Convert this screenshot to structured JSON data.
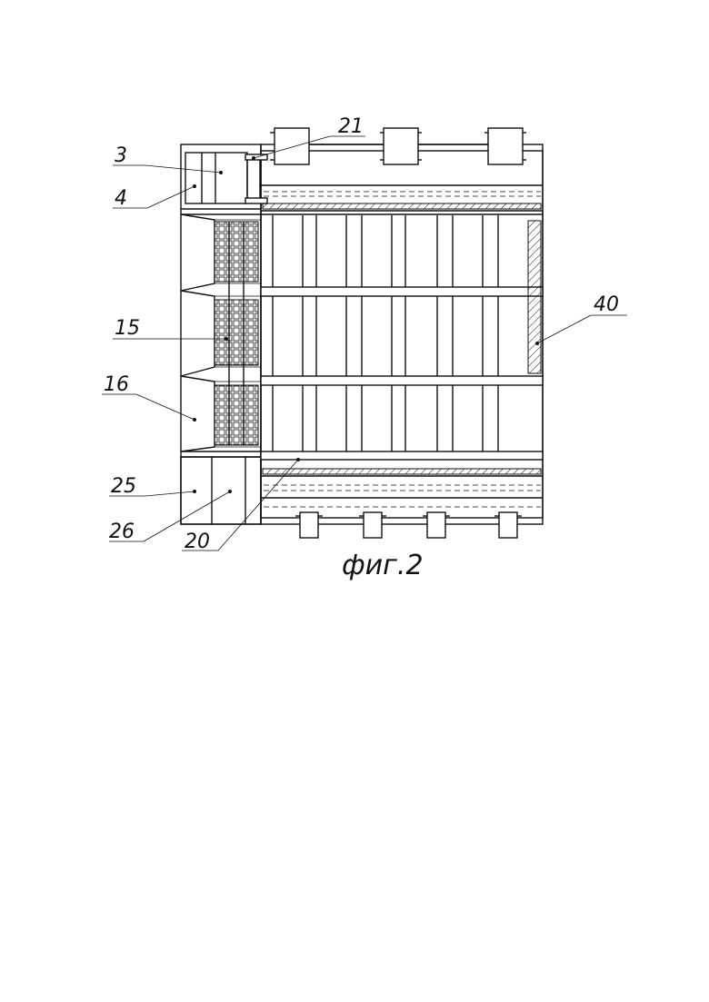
{
  "figure": {
    "caption": "фиг.2",
    "callouts": [
      {
        "id": "c3",
        "text": "3"
      },
      {
        "id": "c4",
        "text": "4"
      },
      {
        "id": "c15",
        "text": "15"
      },
      {
        "id": "c16",
        "text": "16"
      },
      {
        "id": "c25",
        "text": "25"
      },
      {
        "id": "c26",
        "text": "26"
      },
      {
        "id": "c20",
        "text": "20"
      },
      {
        "id": "c21",
        "text": "21"
      },
      {
        "id": "c40",
        "text": "40"
      }
    ]
  }
}
